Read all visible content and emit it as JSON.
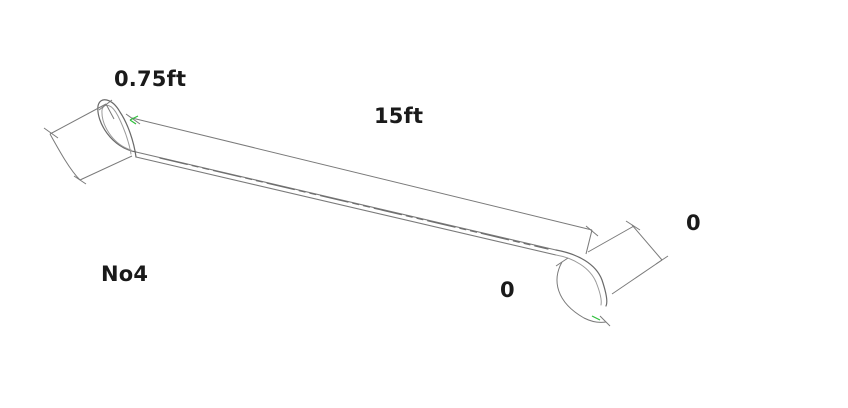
{
  "labels": {
    "hook_left_length": "0.75ft",
    "bar_length": "15ft",
    "hook_right_length": "0",
    "bend_right": "0",
    "bar_size": "No4"
  },
  "colors": {
    "bar_line": "#8a8a8a",
    "bar_outline": "#5e5e5e",
    "dim_line": "#7a7a7a",
    "snap_marker": "#2dbf3a",
    "label_text": "#1a1a1a"
  }
}
